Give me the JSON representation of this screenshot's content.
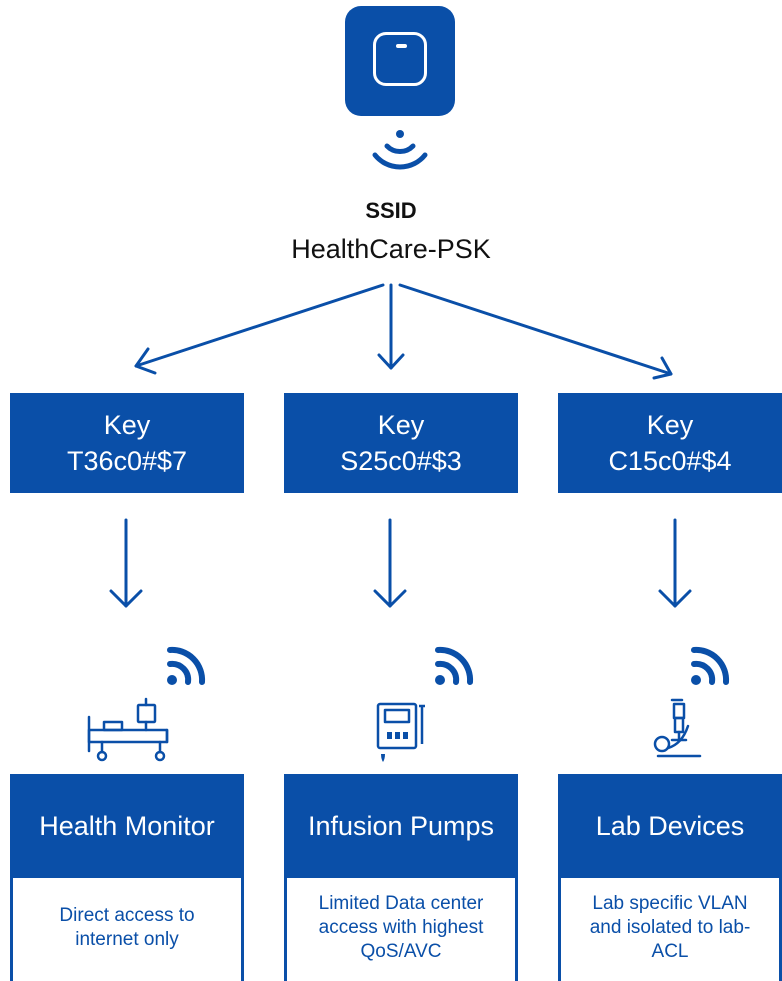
{
  "access_point": {
    "icon": "access-point-icon",
    "color": "#0a4fa8"
  },
  "ssid": {
    "label": "SSID",
    "name": "HealthCare-PSK"
  },
  "keys": [
    {
      "label": "Key",
      "value": "T36c0#$7"
    },
    {
      "label": "Key",
      "value": "S25c0#$3"
    },
    {
      "label": "Key",
      "value": "C15c0#$4"
    }
  ],
  "devices": [
    {
      "title": "Health Monitor",
      "description": "Direct access to internet only",
      "icon": "hospital-bed-icon"
    },
    {
      "title": "Infusion Pumps",
      "description": "Limited Data center access with highest QoS/AVC",
      "icon": "infusion-pump-icon"
    },
    {
      "title": "Lab Devices",
      "description": "Lab specific VLAN and isolated to lab-ACL",
      "icon": "microscope-icon"
    }
  ]
}
